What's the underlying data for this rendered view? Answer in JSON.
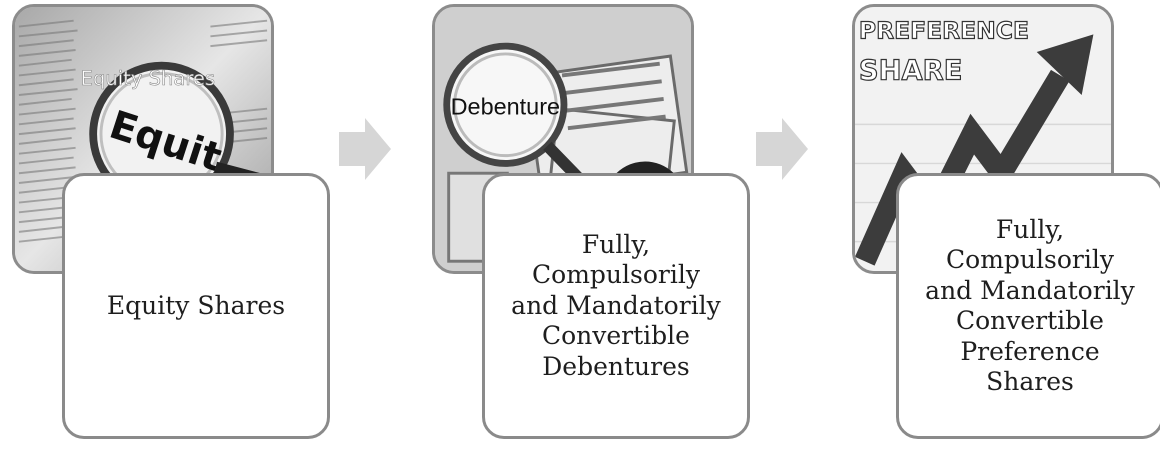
{
  "steps": [
    {
      "label": "Equity Shares",
      "image_text": [
        "Equity Shares",
        "Equit"
      ]
    },
    {
      "label": "Fully,\nCompulsorily\nand Mandatorily\nConvertible\nDebentures",
      "image_text": [
        "Debenture"
      ]
    },
    {
      "label": "Fully,\nCompulsorily\nand Mandatorily\nConvertible\nPreference\nShares",
      "image_text": [
        "PREFERENCE",
        "SHARE"
      ]
    }
  ],
  "colors": {
    "card_border": "#8a8a8a",
    "arrow": "#d6d6d6",
    "text": "#1e1e1e"
  }
}
